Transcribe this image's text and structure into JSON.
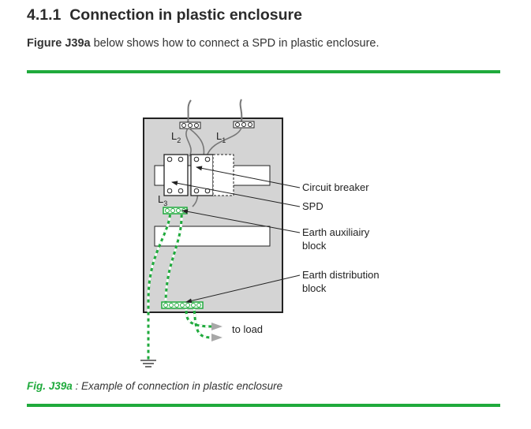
{
  "section": {
    "number": "4.1.1",
    "title": "Connection in plastic enclosure"
  },
  "intro": {
    "figure_ref": "Figure J39a",
    "text": " below shows how to connect a SPD in plastic enclosure."
  },
  "diagram": {
    "terminal_labels": {
      "l1": "L",
      "l1_sub": "1",
      "l2": "L",
      "l2_sub": "2",
      "l3": "L",
      "l3_sub": "3"
    },
    "callouts": {
      "circuit_breaker": "Circuit breaker",
      "spd": "SPD",
      "earth_aux_line1": "Earth auxiliairy",
      "earth_aux_line2": "block",
      "earth_dist_line1": "Earth distribution",
      "earth_dist_line2": "block",
      "to_load": "to load"
    }
  },
  "caption": {
    "figure_id": "Fig. J39a",
    "text": " : Example of connection in plastic enclosure"
  },
  "colors": {
    "accent_green": "#1faa3c",
    "enclosure_fill": "#d4d4d4",
    "arrow_gray": "#a8a8a8"
  }
}
